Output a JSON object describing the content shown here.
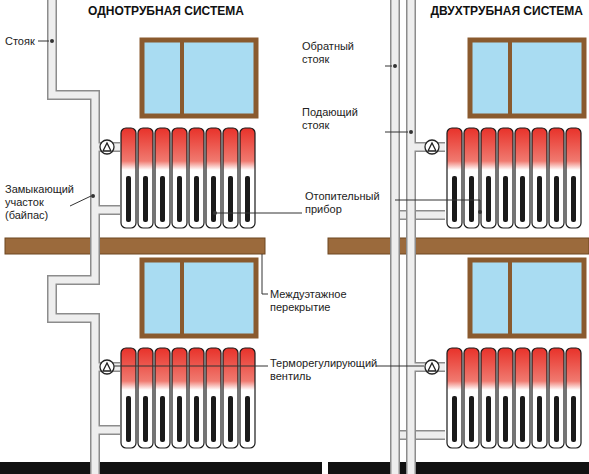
{
  "diagram": {
    "labels": [
      "ОДНОТРУБНАЯ СИСТЕМА",
      "ДВУХТРУБНАЯ СИСТЕМА",
      "Стояк",
      "Замыкающий участок (байпас)",
      "Обратный стояк",
      "Подающий стояк",
      "Отопительный прибор",
      "Междуэтажное перекрытие",
      "Терморегулирующий вентиль"
    ]
  }
}
